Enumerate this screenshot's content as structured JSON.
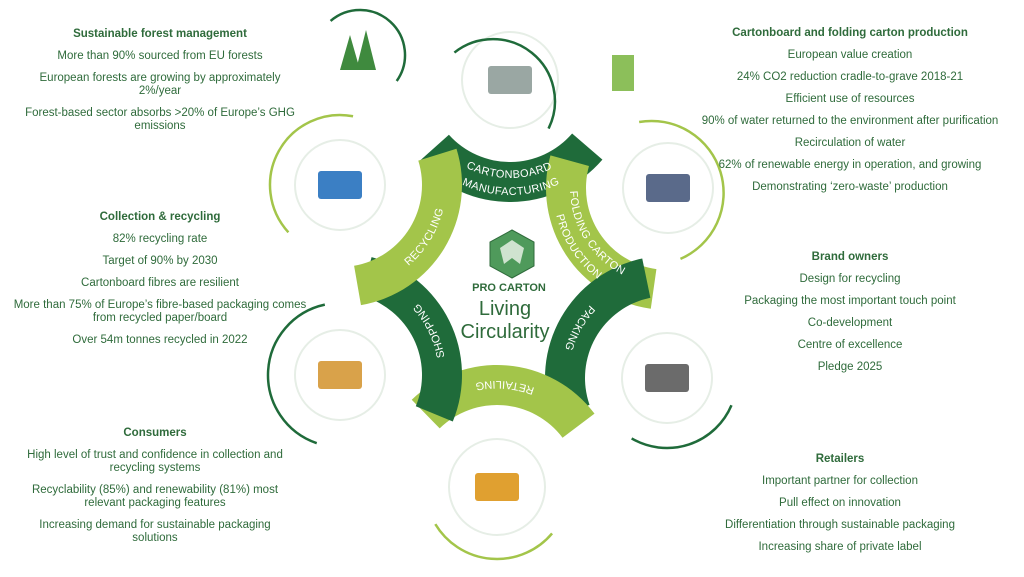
{
  "center": {
    "brand": "PRO CARTON",
    "title1": "Living",
    "title2": "Circularity"
  },
  "bands": [
    "CARTONBOARD MANUFACTURING",
    "FOLDING CARTON PRODUCTION",
    "PACKING",
    "RETAILING",
    "SHOPPING",
    "RECYCLING"
  ],
  "colors": {
    "dark": "#1f6b3a",
    "light": "#a3c54a",
    "text": "#2f6b3b"
  },
  "blocks": [
    {
      "title": "Sustainable forest management",
      "items": [
        "More than 90% sourced from EU forests",
        "European forests are growing by approximately 2%/year",
        "Forest-based sector absorbs >20% of Europe’s GHG emissions"
      ]
    },
    {
      "title": "Cartonboard and folding carton production",
      "items": [
        "European value creation",
        "24% CO2 reduction cradle-to-grave 2018-21",
        "Efficient use of resources",
        "90% of water returned to the environment after purification",
        "Recirculation of water",
        "62% of renewable energy in operation, and growing",
        "Demonstrating ‘zero-waste’ production"
      ]
    },
    {
      "title": "Collection & recycling",
      "items": [
        "82% recycling rate",
        "Target of 90% by 2030",
        "Cartonboard fibres are resilient",
        "More than 75% of Europe’s fibre-based packaging comes from recycled paper/board",
        "Over 54m tonnes recycled in 2022"
      ]
    },
    {
      "title": "Brand owners",
      "items": [
        "Design for recycling",
        "Packaging the most important touch point",
        "Co-development",
        "Centre of excellence",
        "Pledge 2025"
      ]
    },
    {
      "title": "Consumers",
      "items": [
        "High level of trust and confidence in collection and recycling systems",
        "Recyclability (85%) and renewability (81%) most relevant packaging features",
        "Increasing demand for sustainable packaging solutions"
      ]
    },
    {
      "title": "Retailers",
      "items": [
        "Important partner for collection",
        "Pull effect on innovation",
        "Differentiation through sustainable packaging",
        "Increasing share of private label"
      ]
    }
  ]
}
